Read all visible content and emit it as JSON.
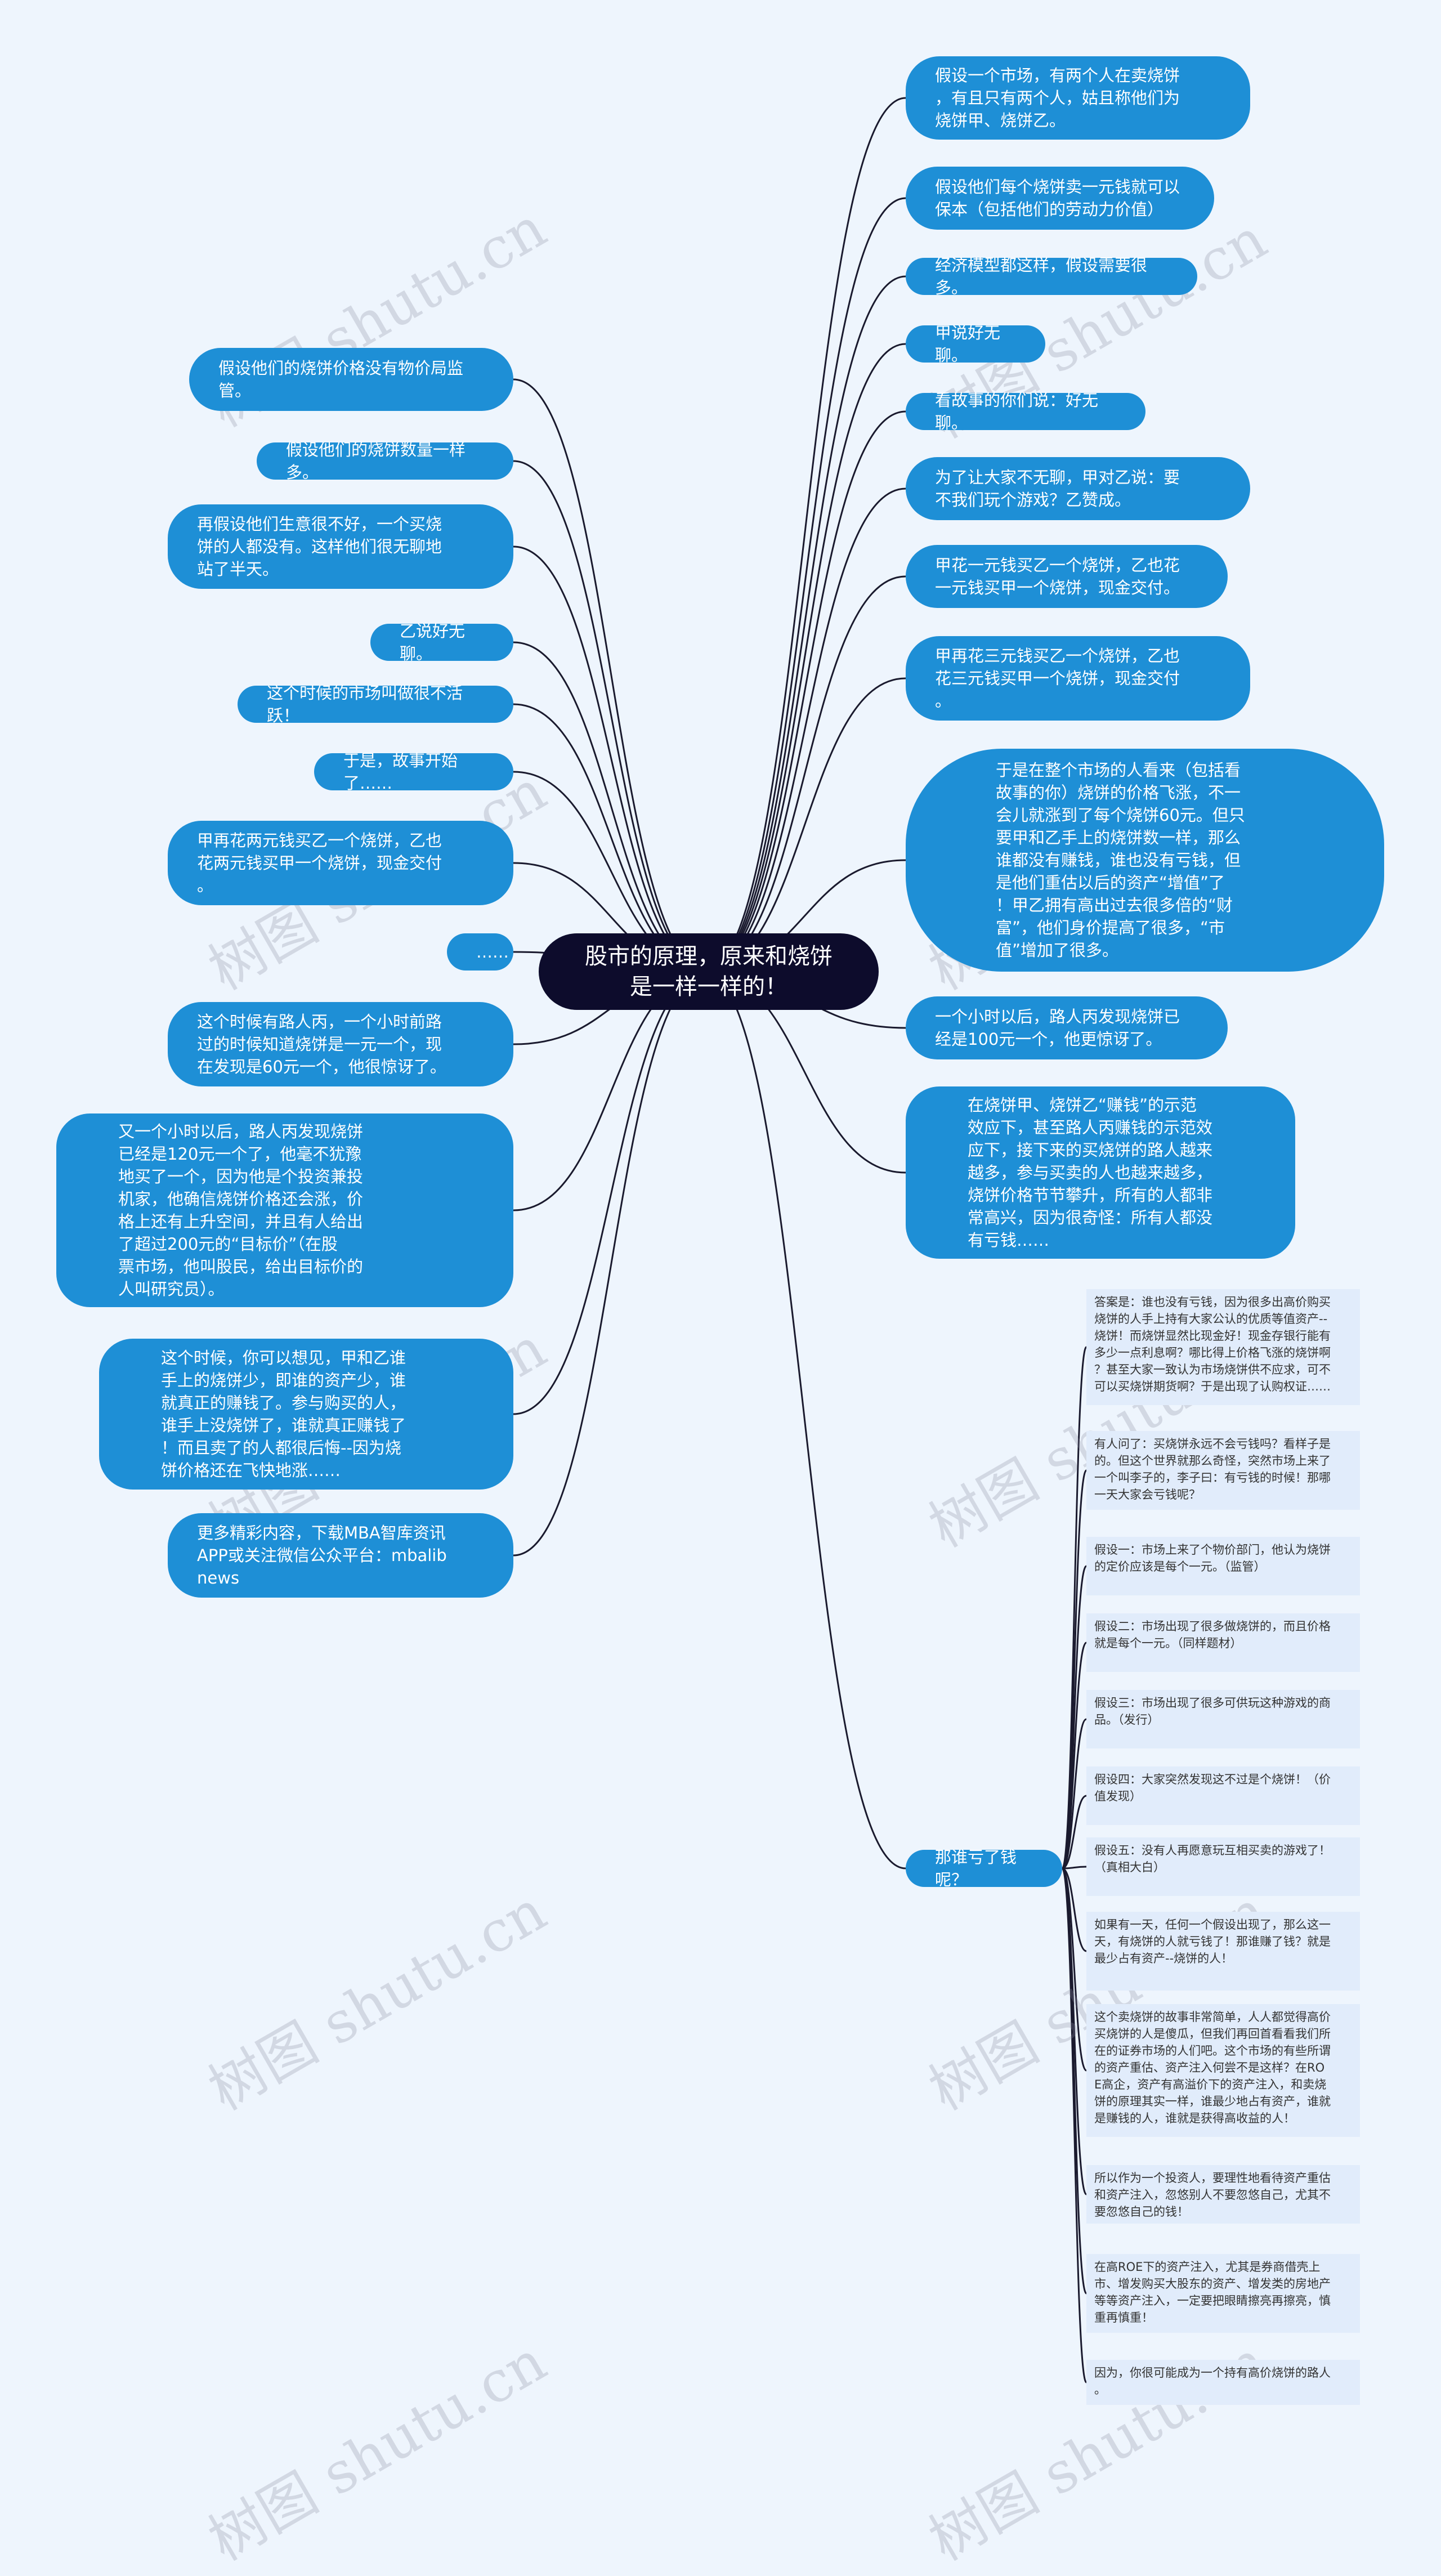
{
  "center": "股市的原理，原来和烧饼\n是一样一样的！",
  "watermark": "树图 shutu.cn",
  "colors": {
    "background": "#eef5fd",
    "node": "#1e8fd6",
    "center": "#0d0c2c",
    "leaf_bg": "#e1ecfb",
    "edge": "#1a1a2e"
  },
  "right_nodes": [
    "假设一个市场，有两个人在卖烧饼\n，有且只有两个人，姑且称他们为\n烧饼甲、烧饼乙。",
    "假设他们每个烧饼卖一元钱就可以\n保本（包括他们的劳动力价值）",
    "经济模型都这样，假设需要很多。",
    "甲说好无聊。",
    "看故事的你们说：好无聊。",
    "为了让大家不无聊，甲对乙说：要\n不我们玩个游戏？乙赞成。",
    "甲花一元钱买乙一个烧饼，乙也花\n一元钱买甲一个烧饼，现金交付。",
    "甲再花三元钱买乙一个烧饼，乙也\n花三元钱买甲一个烧饼，现金交付\n。",
    "于是在整个市场的人看来（包括看\n故事的你）烧饼的价格飞涨，不一\n会儿就涨到了每个烧饼60元。但只\n要甲和乙手上的烧饼数一样，那么\n谁都没有赚钱，谁也没有亏钱，但\n是他们重估以后的资产“增值”了\n！甲乙拥有高出过去很多倍的“财\n富”，他们身价提高了很多，“市\n值”增加了很多。",
    "一个小时以后，路人丙发现烧饼已\n经是100元一个，他更惊讶了。",
    "在烧饼甲、烧饼乙“赚钱”的示范\n效应下，甚至路人丙赚钱的示范效\n应下，接下来的买烧饼的路人越来\n越多，参与买卖的人也越来越多，\n烧饼价格节节攀升，所有的人都非\n常高兴，因为很奇怪：所有人都没\n有亏钱……",
    "那谁亏了钱呢？"
  ],
  "left_nodes": [
    "假设他们的烧饼价格没有物价局监\n管。",
    "假设他们的烧饼数量一样多。",
    "再假设他们生意很不好，一个买烧\n饼的人都没有。这样他们很无聊地\n站了半天。",
    "乙说好无聊。",
    "这个时候的市场叫做很不活跃！",
    "于是，故事开始了……",
    "甲再花两元钱买乙一个烧饼，乙也\n花两元钱买甲一个烧饼，现金交付\n。",
    "……",
    "这个时候有路人丙，一个小时前路\n过的时候知道烧饼是一元一个，现\n在发现是60元一个，他很惊讶了。",
    "又一个小时以后，路人丙发现烧饼\n已经是120元一个了，他毫不犹豫\n地买了一个，因为他是个投资兼投\n机家，他确信烧饼价格还会涨，价\n格上还有上升空间，并且有人给出\n了超过200元的“目标价”（在股\n票市场，他叫股民，给出目标价的\n人叫研究员）。",
    "这个时候，你可以想见，甲和乙谁\n手上的烧饼少，即谁的资产少，谁\n就真正的赚钱了。参与购买的人，\n谁手上没烧饼了，谁就真正赚钱了\n！而且卖了的人都很后悔--因为烧\n饼价格还在飞快地涨……",
    "更多精彩内容，下载MBA智库资讯\nAPP或关注微信公众平台：mbalib\nnews"
  ],
  "leaves": [
    "答案是：谁也没有亏钱，因为很多出高价购买\n烧饼的人手上持有大家公认的优质等值资产--\n烧饼！而烧饼显然比现金好！现金存银行能有\n多少一点利息啊？哪比得上价格飞涨的烧饼啊\n？甚至大家一致认为市场烧饼供不应求，可不\n可以买烧饼期货啊？于是出现了认购权证……",
    "有人问了：买烧饼永远不会亏钱吗？看样子是\n的。但这个世界就那么奇怪，突然市场上来了\n一个叫李子的，李子曰：有亏钱的时候！那哪\n一天大家会亏钱呢？",
    "假设一：市场上来了个物价部门，他认为烧饼\n的定价应该是每个一元。（监管）",
    "假设二：市场出现了很多做烧饼的，而且价格\n就是每个一元。（同样题材）",
    "假设三：市场出现了很多可供玩这种游戏的商\n品。（发行）",
    "假设四：大家突然发现这不过是个烧饼！（价\n值发现）",
    "假设五：没有人再愿意玩互相买卖的游戏了！\n（真相大白）",
    "如果有一天，任何一个假设出现了，那么这一\n天，有烧饼的人就亏钱了！那谁赚了钱？就是\n最少占有资产--烧饼的人！",
    "这个卖烧饼的故事非常简单，人人都觉得高价\n买烧饼的人是傻瓜，但我们再回首看看我们所\n在的证券市场的人们吧。这个市场的有些所谓\n的资产重估、资产注入何尝不是这样？在RO\nE高企，资产有高溢价下的资产注入，和卖烧\n饼的原理其实一样，谁最少地占有资产，谁就\n是赚钱的人，谁就是获得高收益的人！",
    "所以作为一个投资人，要理性地看待资产重估\n和资产注入，忽悠别人不要忽悠自己，尤其不\n要忽悠自己的钱！",
    "在高ROE下的资产注入，尤其是券商借壳上\n市、增发购买大股东的资产、增发类的房地产\n等等资产注入，一定要把眼睛擦亮再擦亮，慎\n重再慎重！",
    "因为，你很可能成为一个持有高价烧饼的路人\n。"
  ]
}
